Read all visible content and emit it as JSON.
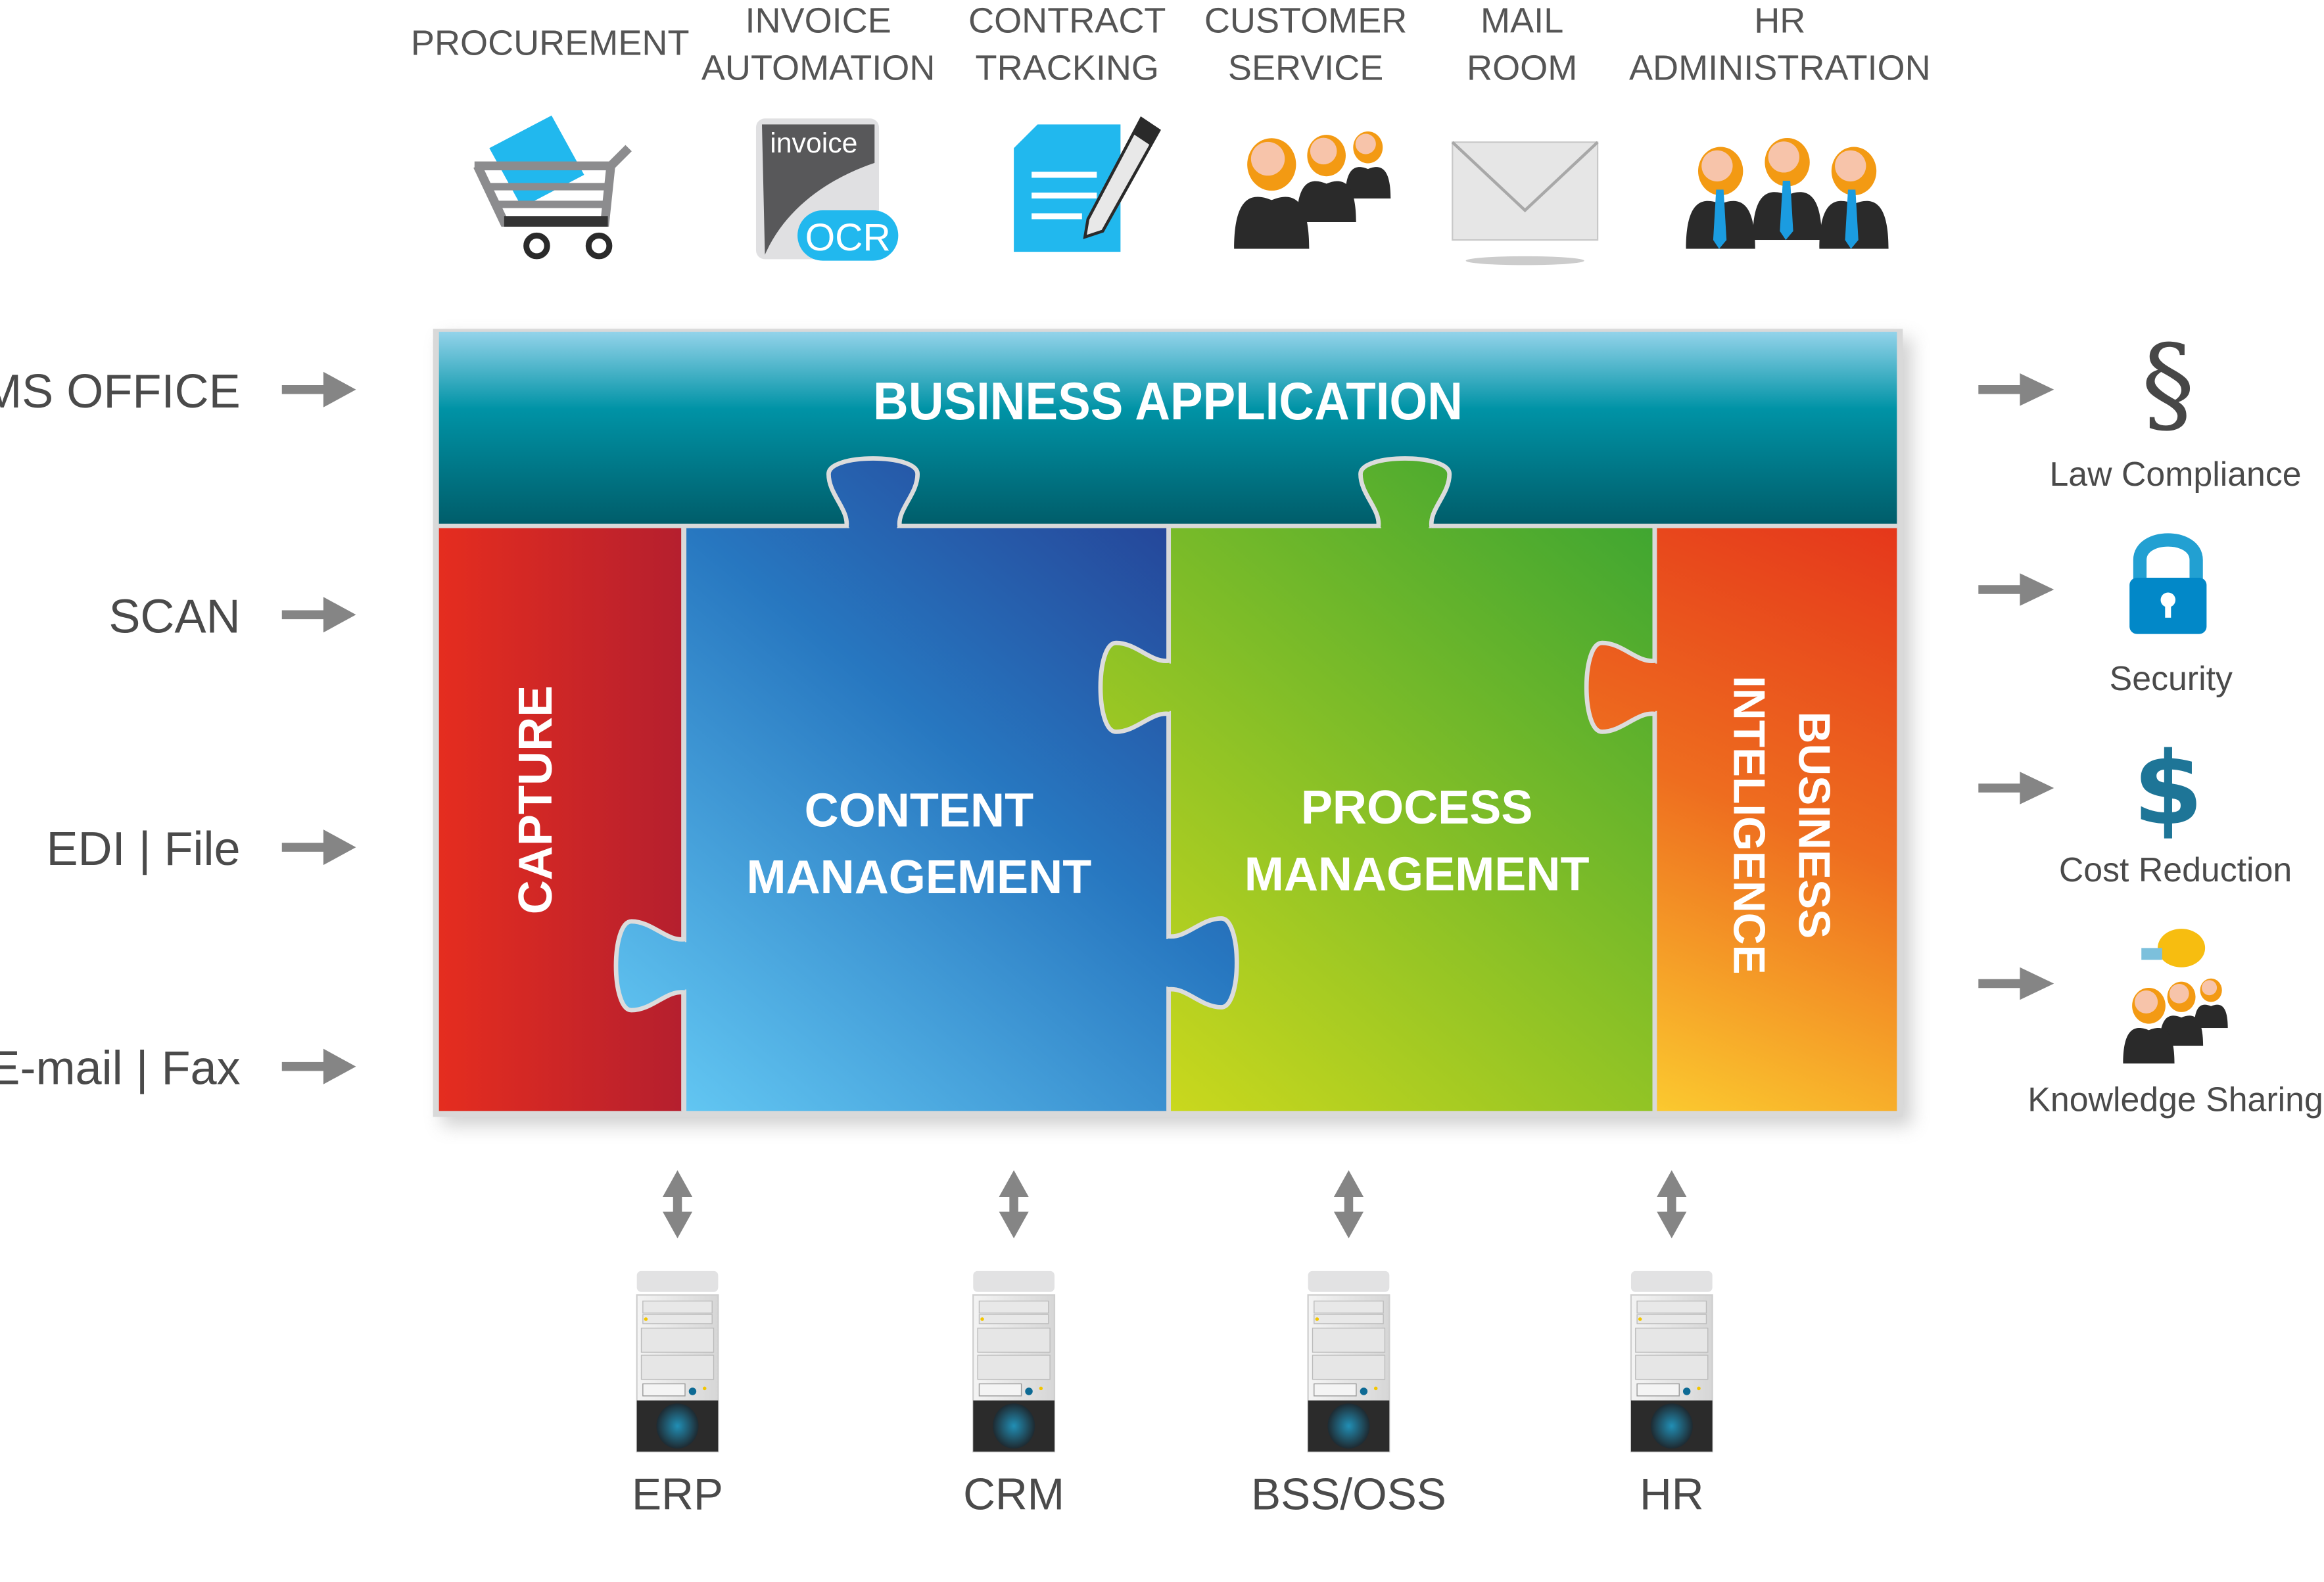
{
  "top_items": [
    {
      "line1": "PROCUREMENT",
      "line2": "",
      "icon": "shopping-cart-icon"
    },
    {
      "line1": "INVOICE",
      "line2": "AUTOMATION",
      "icon": "invoice-ocr-icon",
      "icon_text": "invoice",
      "icon_badge": "OCR"
    },
    {
      "line1": "CONTRACT",
      "line2": "TRACKING",
      "icon": "document-pencil-icon"
    },
    {
      "line1": "CUSTOMER",
      "line2": "SERVICE",
      "icon": "people-group-icon"
    },
    {
      "line1": "MAIL",
      "line2": "ROOM",
      "icon": "envelope-icon"
    },
    {
      "line1": "HR",
      "line2": "ADMINISTRATION",
      "icon": "business-people-icon"
    }
  ],
  "inputs": [
    "MS OFFICE",
    "SCAN",
    "EDI | File",
    "E-mail | Fax"
  ],
  "puzzle": {
    "business_application": "BUSINESS APPLICATION",
    "capture": "CAPTURE",
    "content_line1": "CONTENT",
    "content_line2": "MANAGEMENT",
    "process_line1": "PROCESS",
    "process_line2": "MANAGEMENT",
    "bi_line1": "BUSINESS",
    "bi_line2": "INTELIGENCE"
  },
  "outcomes": [
    {
      "label": "Law Compliance",
      "icon": "section-sign-icon",
      "glyph": "§"
    },
    {
      "label": "Security",
      "icon": "padlock-icon"
    },
    {
      "label": "Cost Reduction",
      "icon": "dollar-icon",
      "glyph": "$"
    },
    {
      "label": "Knowledge Sharing",
      "icon": "lightbulb-people-icon"
    }
  ],
  "systems": [
    "ERP",
    "CRM",
    "BSS/OSS",
    "HR"
  ],
  "colors": {
    "business_application": "#00808f",
    "capture": "#d42a25",
    "content": "#2f7fc6",
    "process": "#7dba2a",
    "business_intelligence": "#ee6a1e",
    "arrow": "#858585",
    "text": "#4a4a4a"
  }
}
